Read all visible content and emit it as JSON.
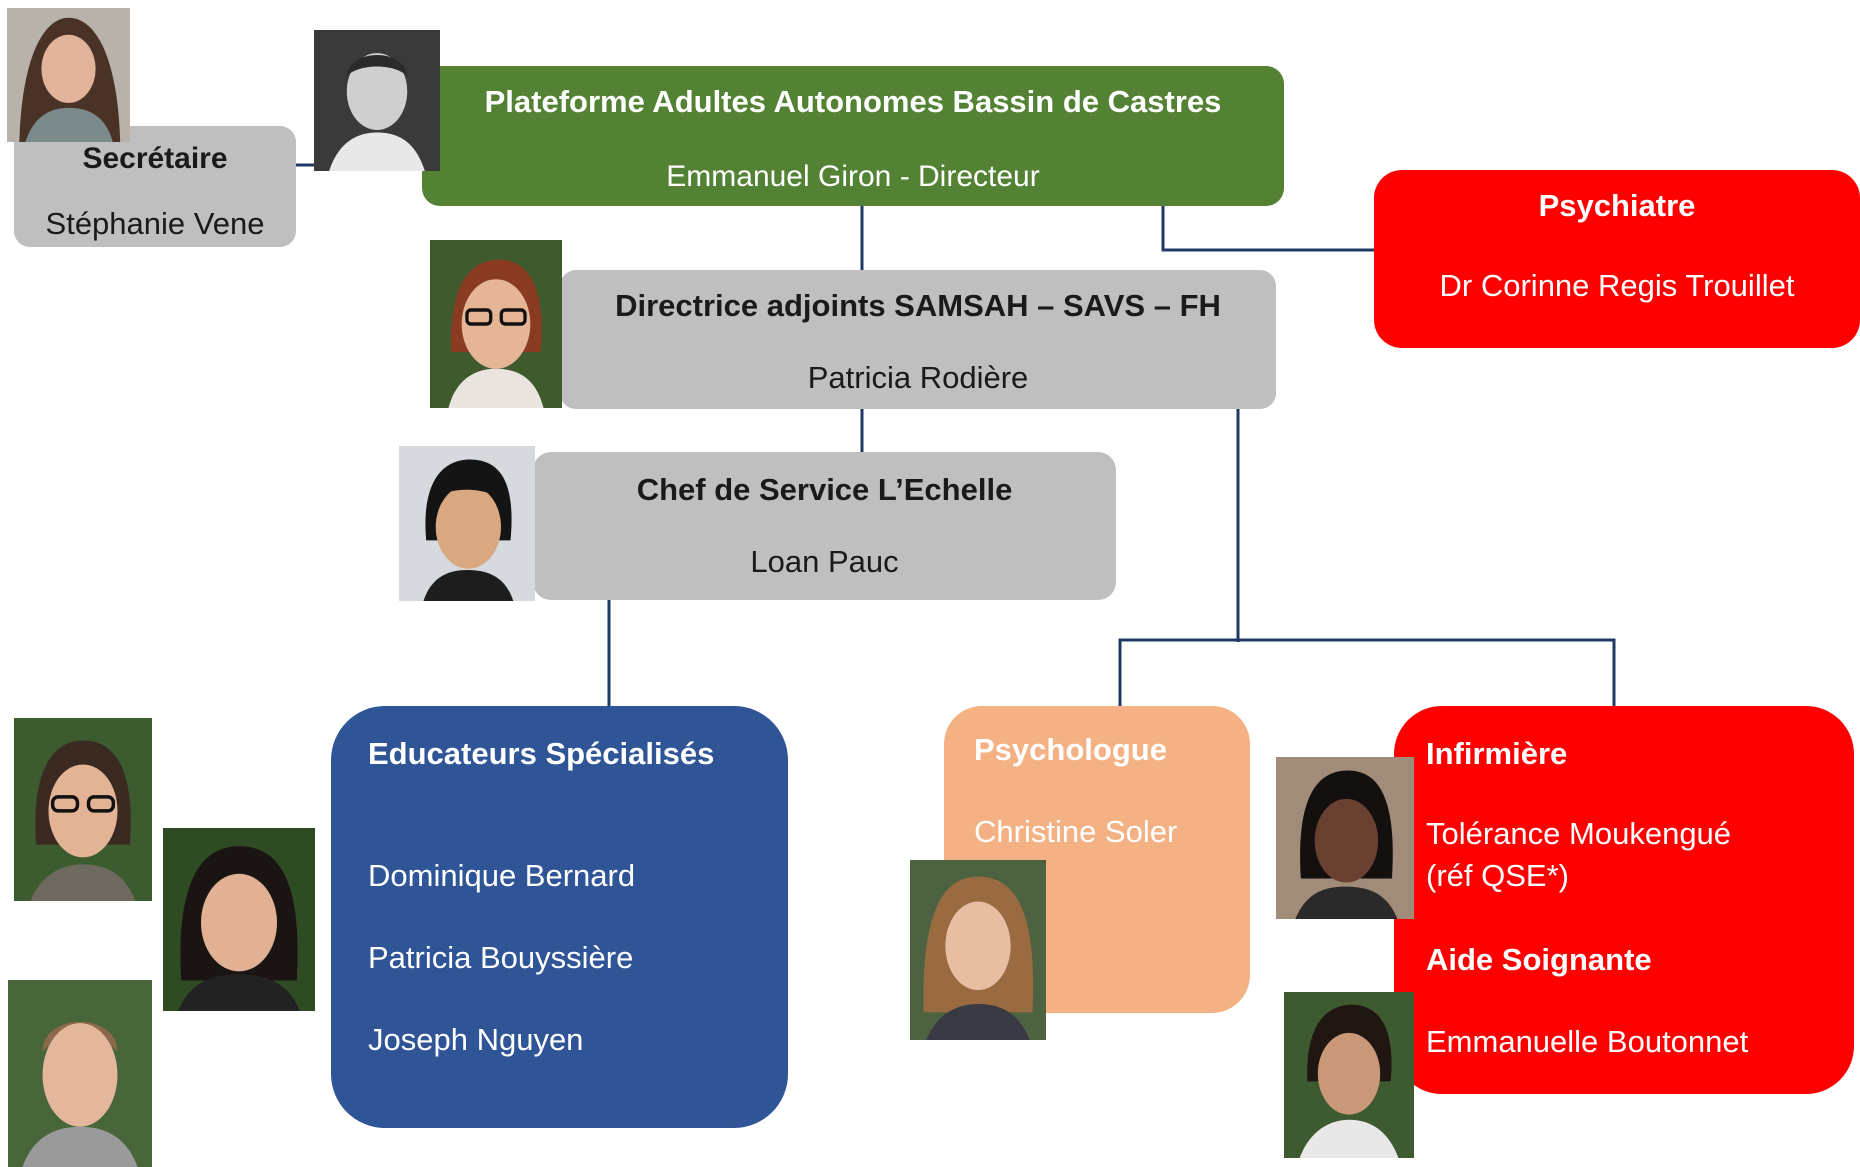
{
  "colors": {
    "green": "#548235",
    "gray": "#bfbfbf",
    "red": "#ff0000",
    "blue": "#2f5597",
    "peach": "#f4b183",
    "line": "#1f3864"
  },
  "director": {
    "title": "Plateforme Adultes Autonomes Bassin de Castres",
    "name": "Emmanuel  Giron - Directeur"
  },
  "secretary": {
    "title": "Secrétaire",
    "name": "Stéphanie  Vene"
  },
  "psychiatrist": {
    "title": "Psychiatre",
    "name": "Dr Corinne Regis Trouillet"
  },
  "deputy": {
    "title": "Directrice adjoints SAMSAH – SAVS – FH",
    "name": "Patricia Rodière"
  },
  "chief": {
    "title": "Chef de Service L’Echelle",
    "name": "Loan Pauc"
  },
  "educators": {
    "title": "Educateurs Spécialisés",
    "members": [
      "Dominique  Bernard",
      "Patricia Bouyssière",
      "Joseph Nguyen"
    ]
  },
  "psychologist": {
    "title": "Psychologue",
    "name": "Christine Soler"
  },
  "nursing": {
    "title": "Infirmière",
    "name_line1": "Tolérance Moukengué",
    "name_line2": "(réf QSE*)",
    "title2": "Aide Soignante",
    "name2": "Emmanuelle  Boutonnet"
  },
  "photos": {
    "icon": "person-photo"
  }
}
